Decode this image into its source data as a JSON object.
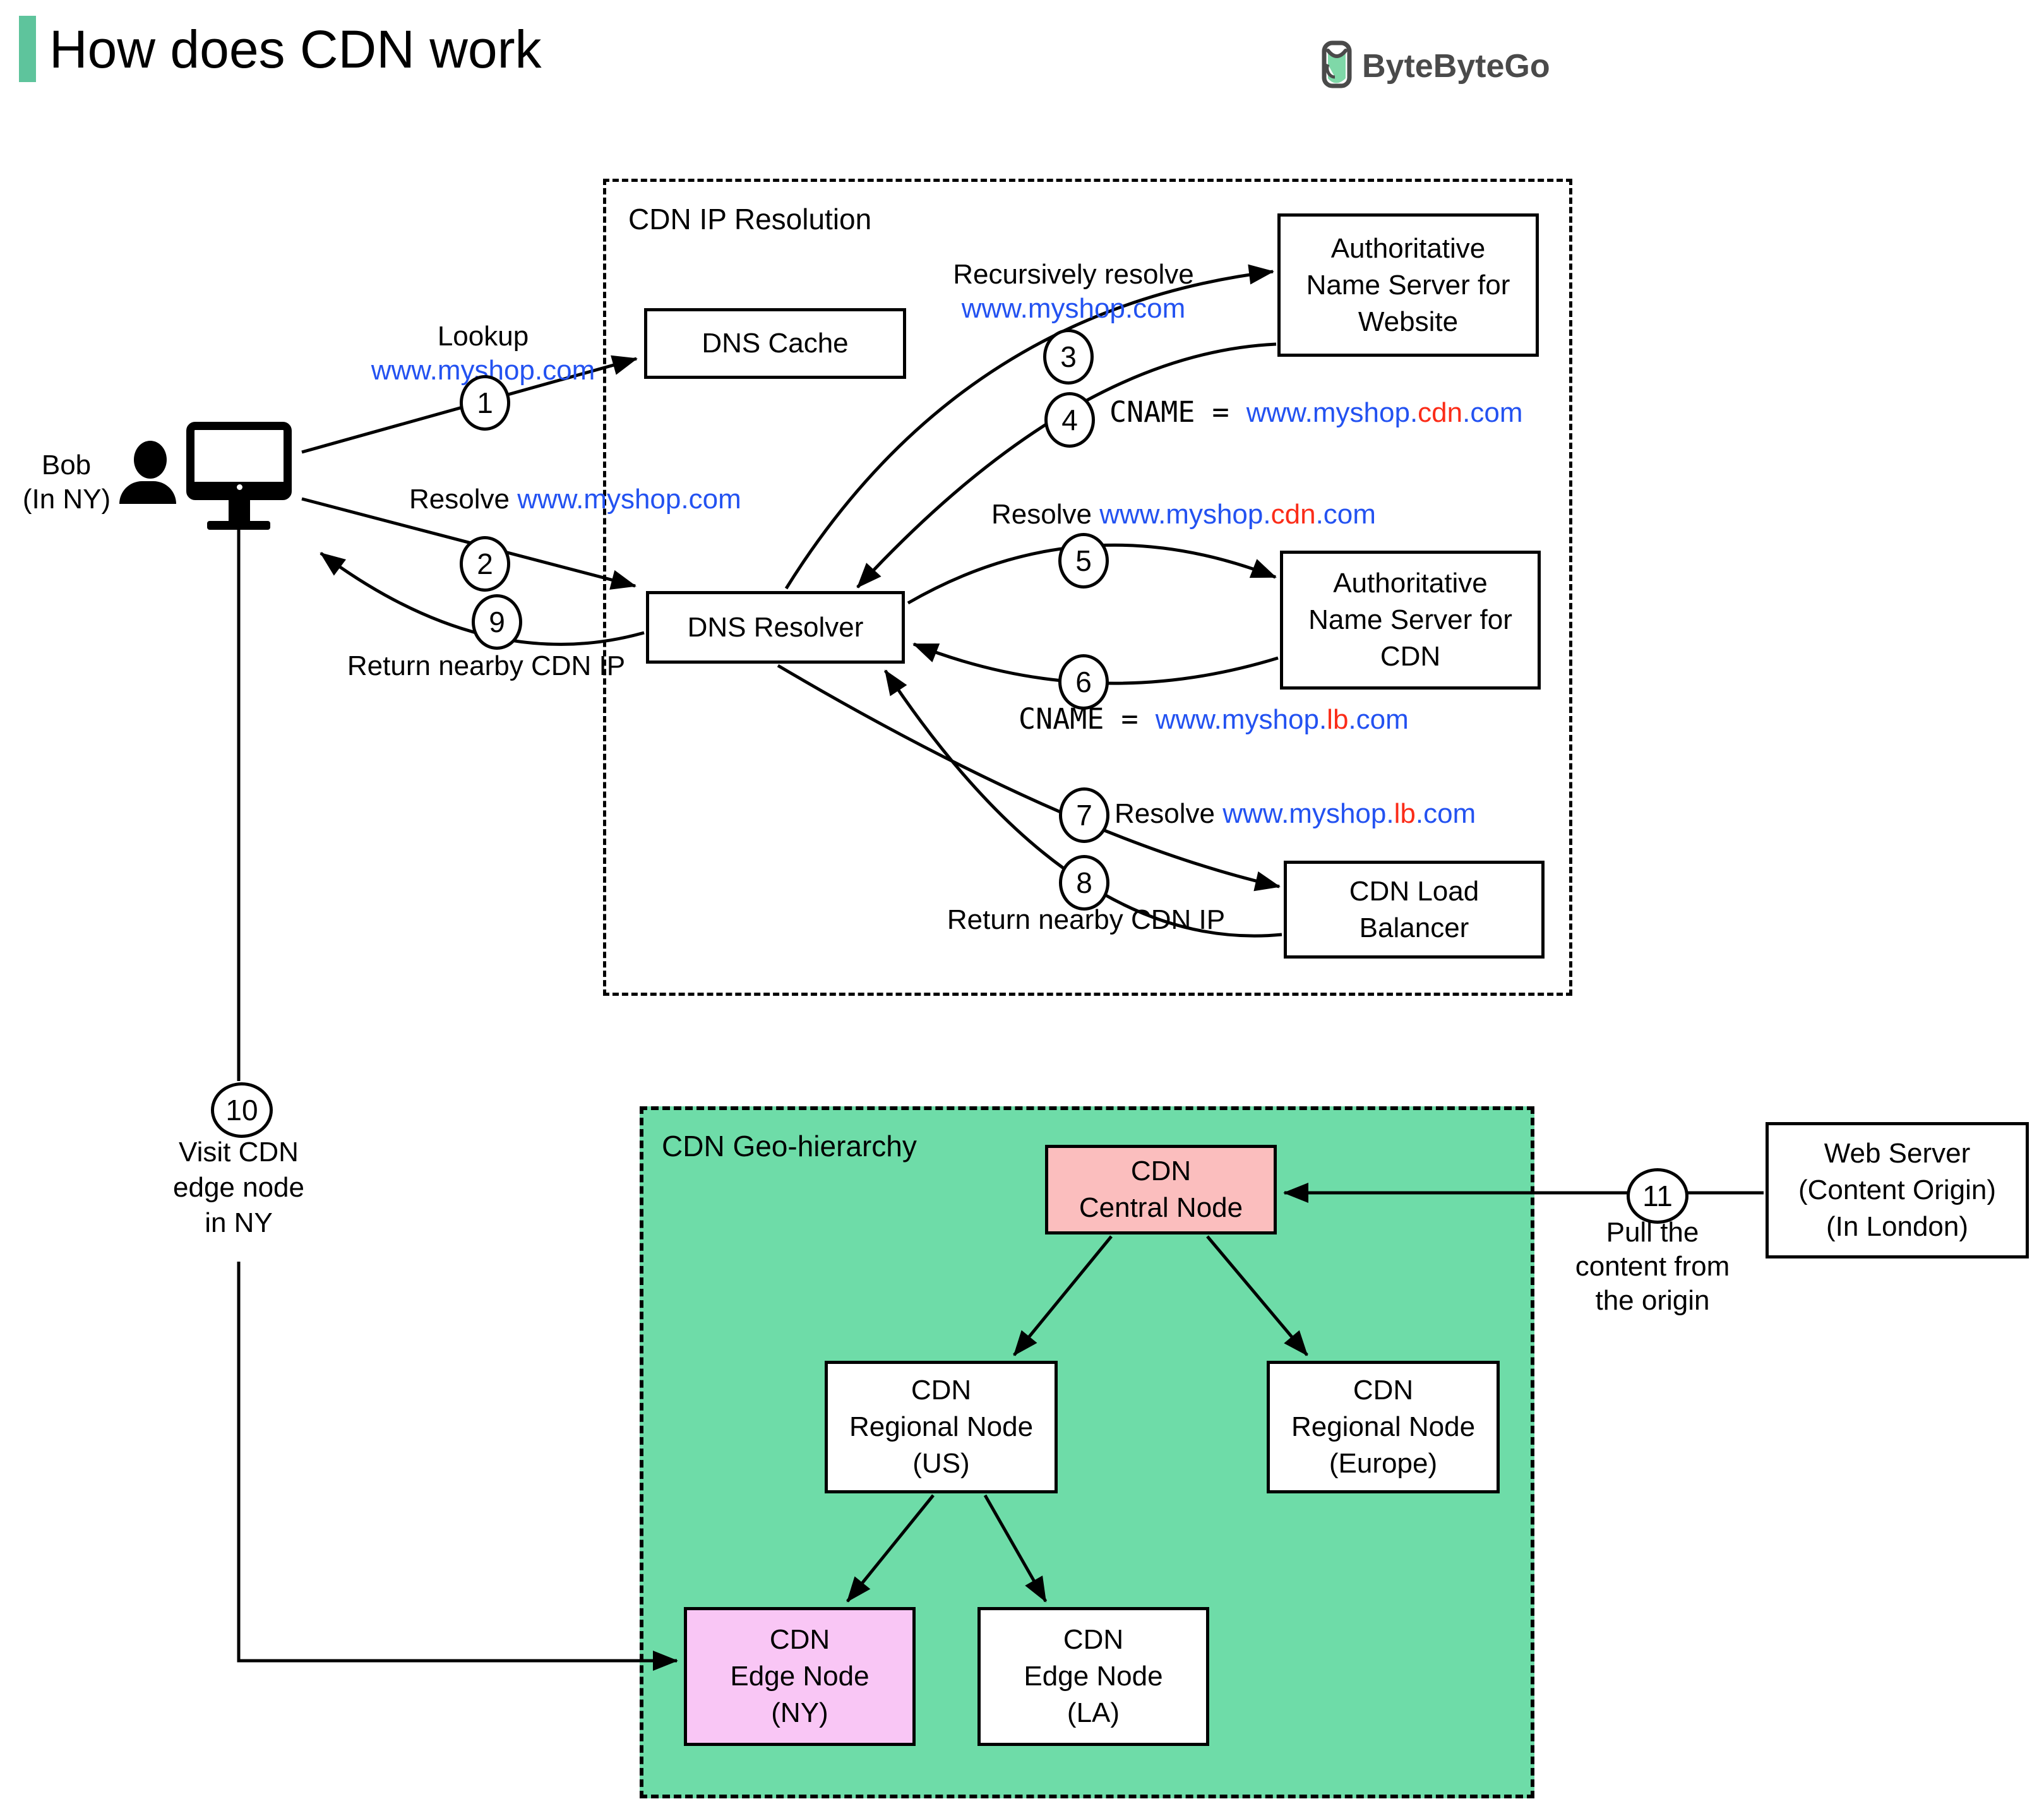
{
  "title": "How does CDN work",
  "logo": {
    "brand": "ByteByteGo"
  },
  "colors": {
    "accent_green": "#5ec49c",
    "geo_box_green": "#6edca8",
    "central_node_pink": "#fbbebe",
    "edge_node_magenta": "#f9c6f5",
    "url_blue": "#2352f1",
    "url_red": "#fb2c18"
  },
  "actor": {
    "name": "Bob",
    "location": "(In NY)"
  },
  "ip_resolution": {
    "label": "CDN IP Resolution",
    "dns_cache": "DNS Cache",
    "dns_resolver": "DNS Resolver",
    "auth_ns_website": "Authoritative\nName Server for\nWebsite",
    "auth_ns_cdn": "Authoritative\nName Server for\nCDN",
    "cdn_load_balancer": "CDN Load\nBalancer"
  },
  "geo_hierarchy": {
    "label": "CDN Geo-hierarchy",
    "central": "CDN\nCentral Node",
    "regional_us": "CDN\nRegional Node\n(US)",
    "regional_eu": "CDN\nRegional Node\n(Europe)",
    "edge_ny": "CDN\nEdge Node\n(NY)",
    "edge_la": "CDN\nEdge Node\n(LA)"
  },
  "web_server": "Web Server\n(Content Origin)\n(In London)",
  "steps": {
    "1": {
      "num": "1",
      "black": "Lookup",
      "blue": "www.myshop.com"
    },
    "2": {
      "num": "2",
      "black": "Resolve ",
      "blue": "www.myshop.com"
    },
    "3": {
      "num": "3",
      "black": "Recursively resolve",
      "blue": "www.myshop.com"
    },
    "4": {
      "num": "4",
      "mono": "CNAME = ",
      "blue1": "www.myshop.",
      "red": "cdn",
      "blue2": ".com"
    },
    "5": {
      "num": "5",
      "black": "Resolve ",
      "blue1": "www.myshop.",
      "red": "cdn",
      "blue2": ".com"
    },
    "6": {
      "num": "6",
      "mono": "CNAME = ",
      "blue1": "www.myshop.",
      "red": "lb",
      "blue2": ".com"
    },
    "7": {
      "num": "7",
      "black": "Resolve ",
      "blue1": "www.myshop.",
      "red": "lb",
      "blue2": ".com"
    },
    "8": {
      "num": "8",
      "label": "Return nearby CDN IP"
    },
    "9": {
      "num": "9",
      "label": "Return nearby CDN IP"
    },
    "10": {
      "num": "10",
      "label": "Visit CDN\nedge node\nin NY"
    },
    "11": {
      "num": "11",
      "label": "Pull the\ncontent from\nthe origin"
    }
  }
}
